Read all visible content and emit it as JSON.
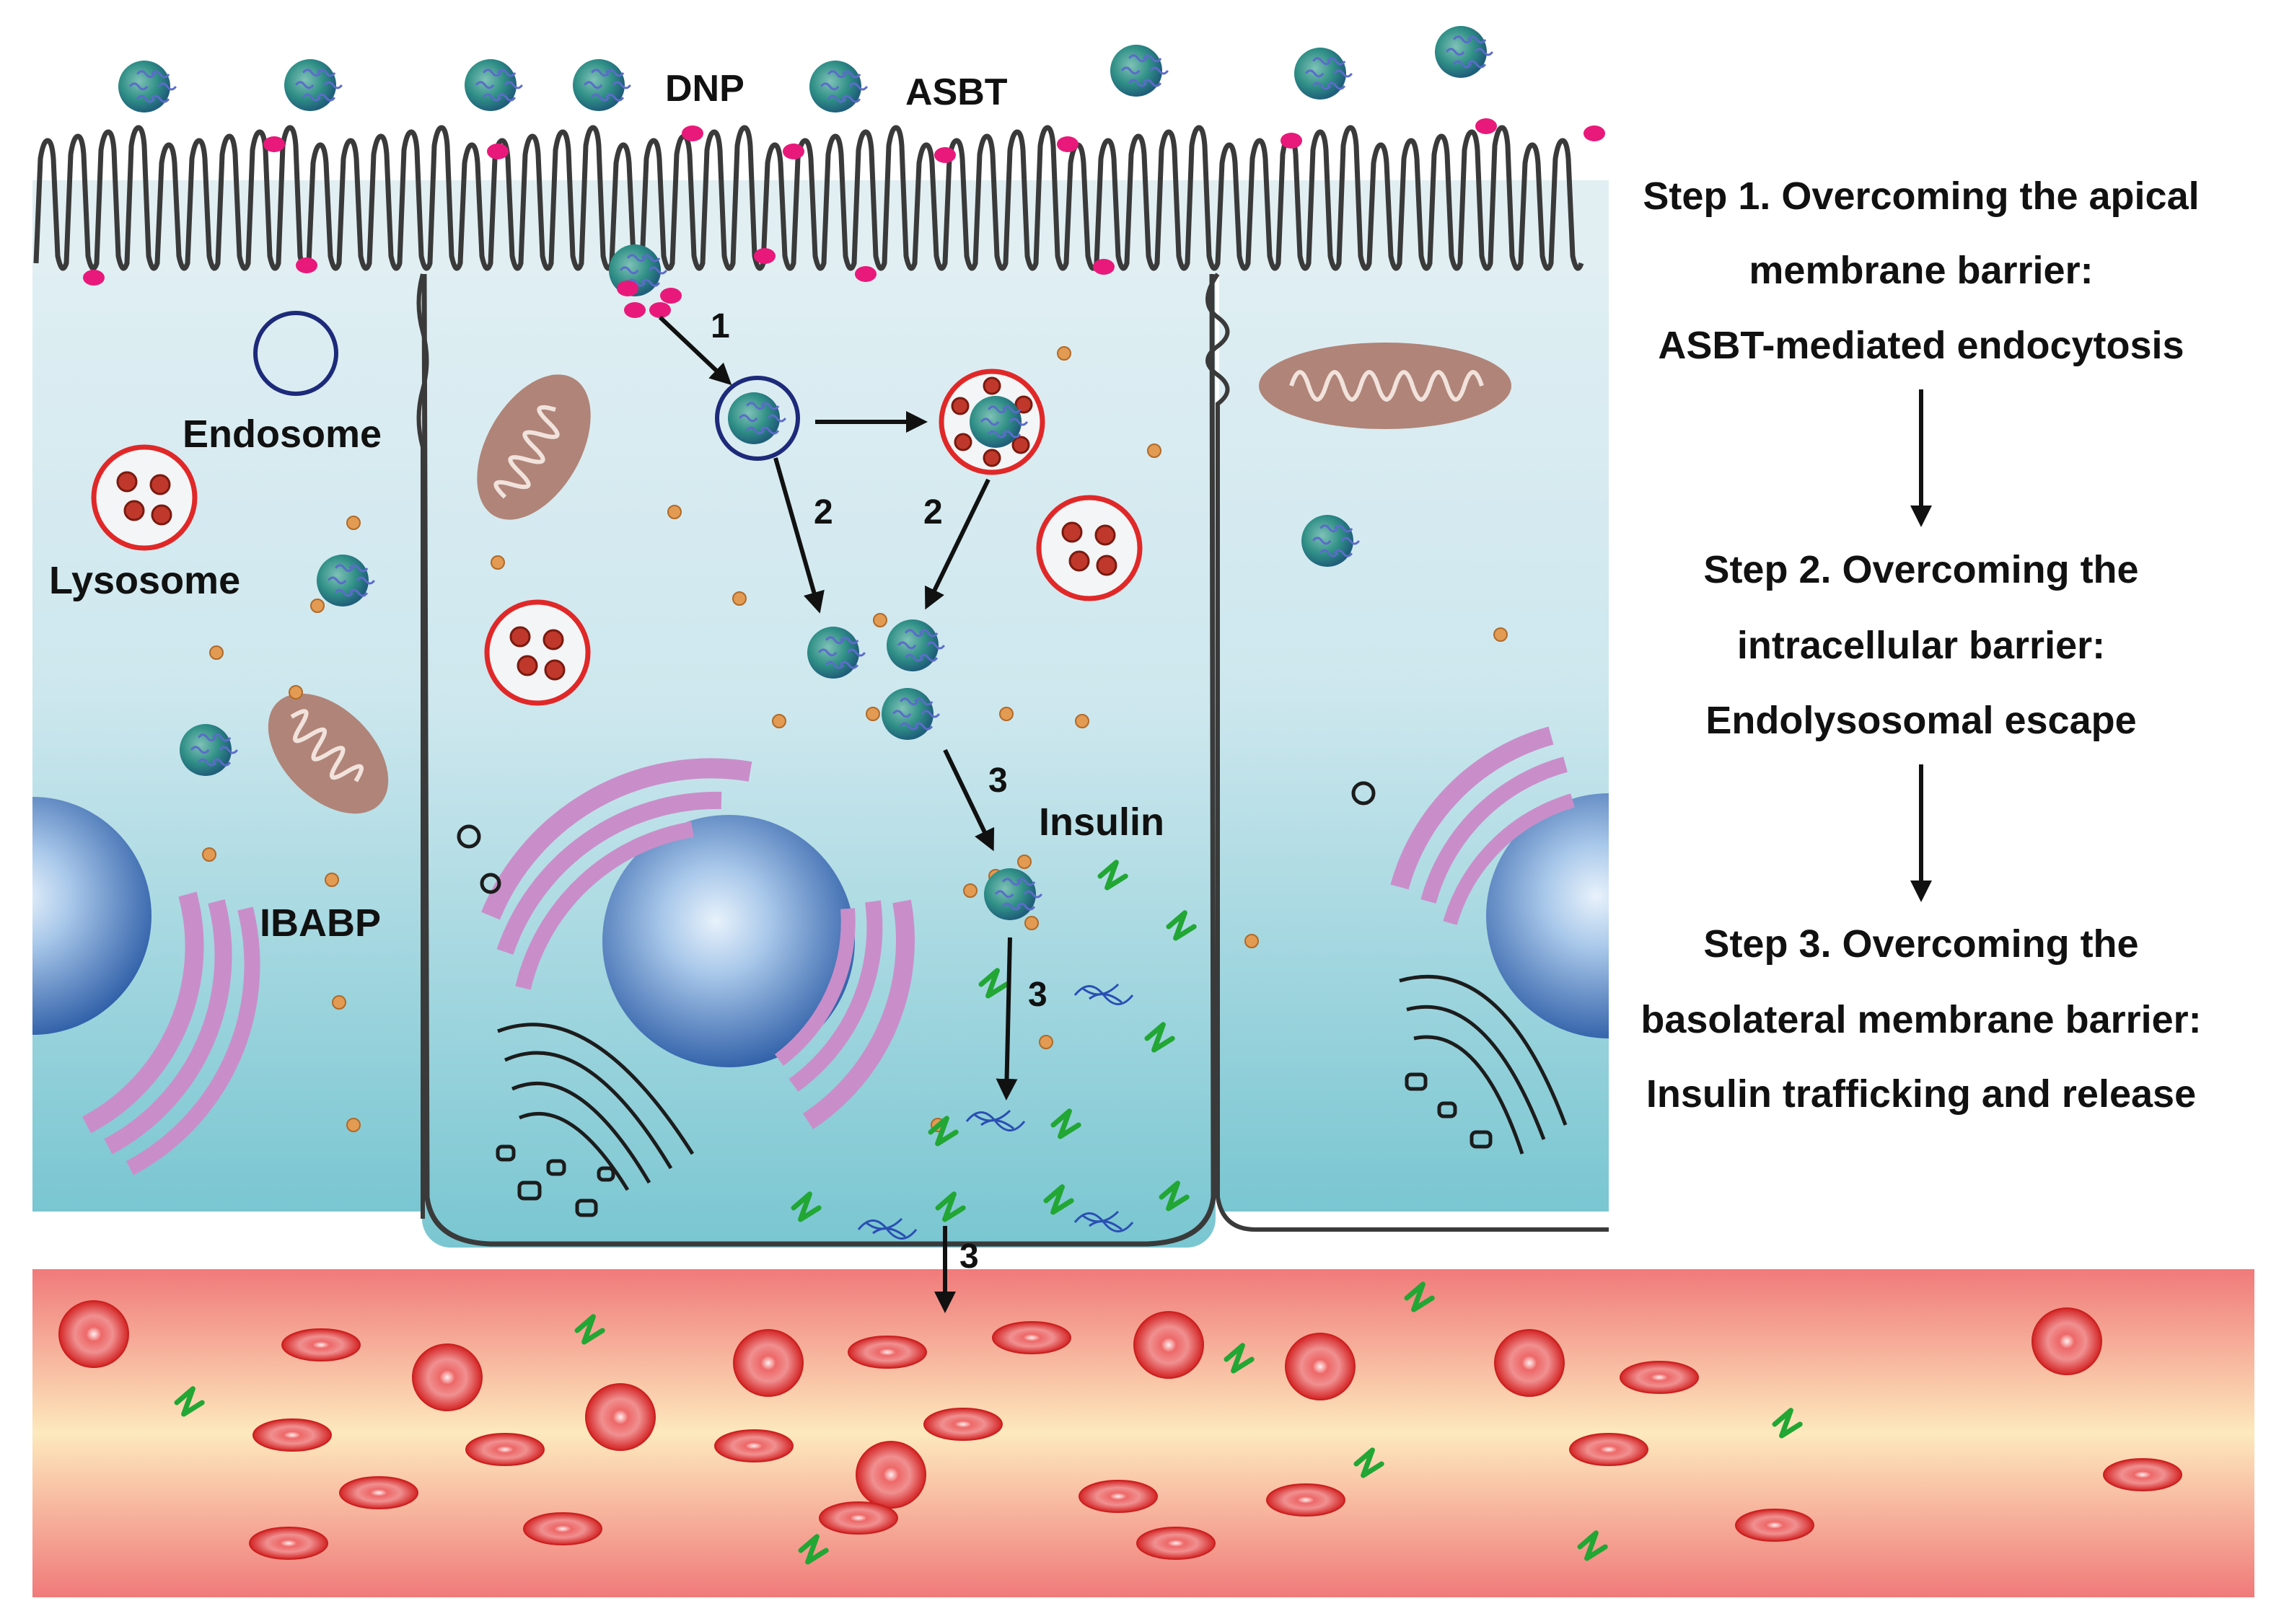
{
  "labels": {
    "dnp": "DNP",
    "asbt": "ASBT",
    "endosome": "Endosome",
    "lysosome": "Lysosome",
    "ibabp": "IBABP",
    "insulin": "Insulin"
  },
  "route_numbers": {
    "one": "1",
    "two_a": "2",
    "two_b": "2",
    "three_a": "3",
    "three_b": "3",
    "three_c": "3"
  },
  "steps": [
    {
      "lines": [
        "Step 1. Overcoming the apical",
        "membrane barrier:",
        "ASBT-mediated endocytosis"
      ]
    },
    {
      "lines": [
        "Step 2. Overcoming the",
        "intracellular barrier:",
        "Endolysosomal escape"
      ]
    },
    {
      "lines": [
        "Step 3. Overcoming the",
        "basolateral membrane barrier:",
        "Insulin trafficking and release"
      ]
    }
  ],
  "colors": {
    "cytoplasm_top": "#d9ecf2",
    "cytoplasm_bottom": "#7fc8d3",
    "membrane": "#3a3a3a",
    "asbt": "#e8197a",
    "nanoparticle": "#2c8f8a",
    "endosome_ring": "#1d2a7a",
    "lysosome_ring": "#e02828",
    "mitochondrion": "#b08478",
    "golgi": "#c98ec9",
    "nucleus": "#3f6fb8",
    "insulin": "#22a634",
    "ibabp": "#e39a52",
    "blood_edge": "#ef7c7c",
    "blood_center": "#fde7b8",
    "rbc": "#dd2a2a"
  }
}
